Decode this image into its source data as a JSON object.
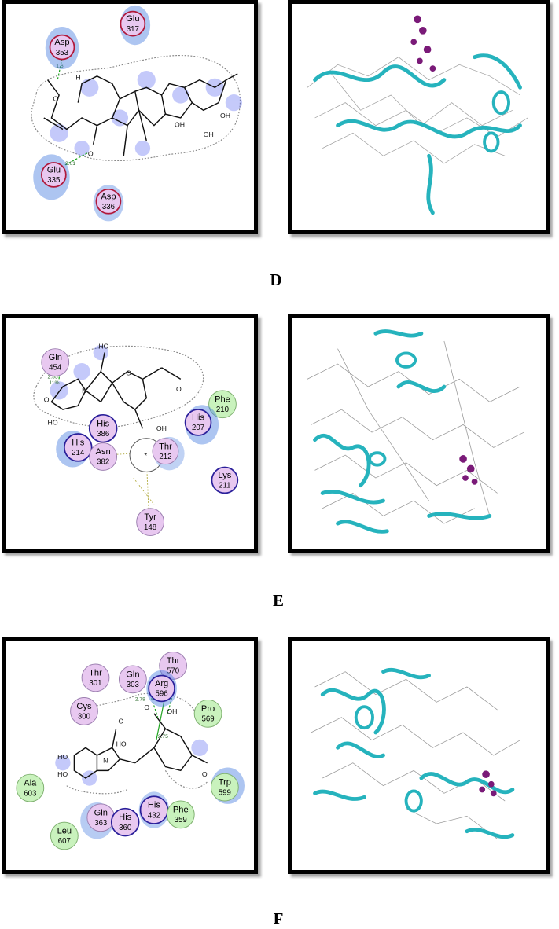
{
  "panel_letters": [
    "D",
    "E",
    "F"
  ],
  "panels": {
    "D": {
      "residues": [
        {
          "name": "Asp",
          "num": "353",
          "kind": "charged"
        },
        {
          "name": "Glu",
          "num": "317",
          "kind": "charged"
        },
        {
          "name": "Glu",
          "num": "335",
          "kind": "charged"
        },
        {
          "name": "Asp",
          "num": "336",
          "kind": "charged"
        }
      ],
      "distances": [
        "1.6",
        "2.01"
      ]
    },
    "E": {
      "residues": [
        {
          "name": "Gln",
          "num": "454",
          "kind": "polar"
        },
        {
          "name": "Phe",
          "num": "210",
          "kind": "hydrophobic"
        },
        {
          "name": "His",
          "num": "207",
          "kind": "basic"
        },
        {
          "name": "His",
          "num": "386",
          "kind": "basic"
        },
        {
          "name": "His",
          "num": "214",
          "kind": "basic"
        },
        {
          "name": "Asn",
          "num": "382",
          "kind": "polar"
        },
        {
          "name": "Thr",
          "num": "212",
          "kind": "polar"
        },
        {
          "name": "Lys",
          "num": "211",
          "kind": "basic"
        },
        {
          "name": "Tyr",
          "num": "148",
          "kind": "polar"
        }
      ],
      "distances": [
        "2.55",
        "11%"
      ]
    },
    "F": {
      "residues": [
        {
          "name": "Thr",
          "num": "301",
          "kind": "polar"
        },
        {
          "name": "Gln",
          "num": "303",
          "kind": "polar"
        },
        {
          "name": "Thr",
          "num": "570",
          "kind": "polar"
        },
        {
          "name": "Arg",
          "num": "596",
          "kind": "basic"
        },
        {
          "name": "Cys",
          "num": "300",
          "kind": "polar"
        },
        {
          "name": "Pro",
          "num": "569",
          "kind": "hydrophobic"
        },
        {
          "name": "Ala",
          "num": "603",
          "kind": "hydrophobic"
        },
        {
          "name": "Trp",
          "num": "599",
          "kind": "hydrophobic"
        },
        {
          "name": "Gln",
          "num": "363",
          "kind": "polar"
        },
        {
          "name": "His",
          "num": "360",
          "kind": "basic"
        },
        {
          "name": "His",
          "num": "432",
          "kind": "basic"
        },
        {
          "name": "Phe",
          "num": "359",
          "kind": "hydrophobic"
        },
        {
          "name": "Leu",
          "num": "607",
          "kind": "hydrophobic"
        }
      ],
      "distances": [
        "2.78",
        "2.75"
      ]
    }
  },
  "atom_labels": [
    "HO",
    "O",
    "OH",
    "H",
    "N",
    "*"
  ],
  "colors": {
    "polar_fill": "#e8c8f0",
    "hydrophobic_fill": "#c9f2bd",
    "charged_ring": "#b0183a",
    "basic_ring": "#2a1f9a",
    "ribbon": "#26b3bd",
    "ligand": "#7a1a78",
    "halo": "#4a7fe0"
  }
}
